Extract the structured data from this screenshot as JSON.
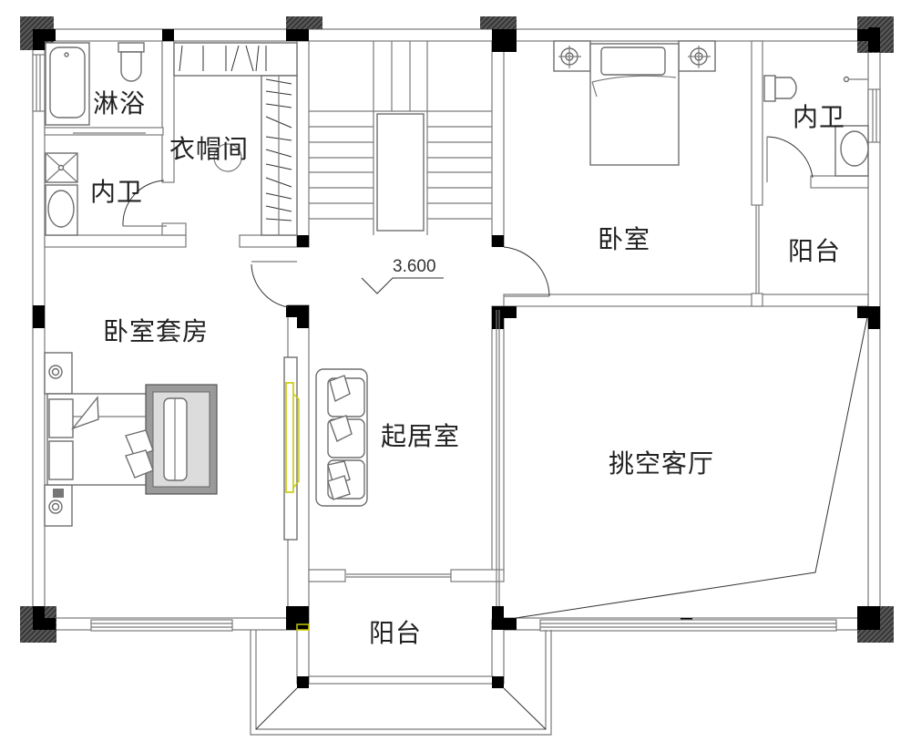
{
  "plan": {
    "type": "architectural-floor-plan",
    "floor_elevation": "3.600",
    "colors": {
      "wall_line": "#7a7a7a",
      "column": "#000000",
      "text": "#222222",
      "tv_highlight": "#c8c800"
    },
    "rooms": {
      "shower": "淋浴",
      "cloakroom": "衣帽间",
      "ensuite_bath_left": "内卫",
      "master_suite": "卧室套房",
      "family_room": "起居室",
      "bedroom": "卧室",
      "ensuite_bath_right": "内卫",
      "balcony_right": "阳台",
      "double_height_living": "挑空客厅",
      "balcony_bottom": "阳台"
    }
  }
}
